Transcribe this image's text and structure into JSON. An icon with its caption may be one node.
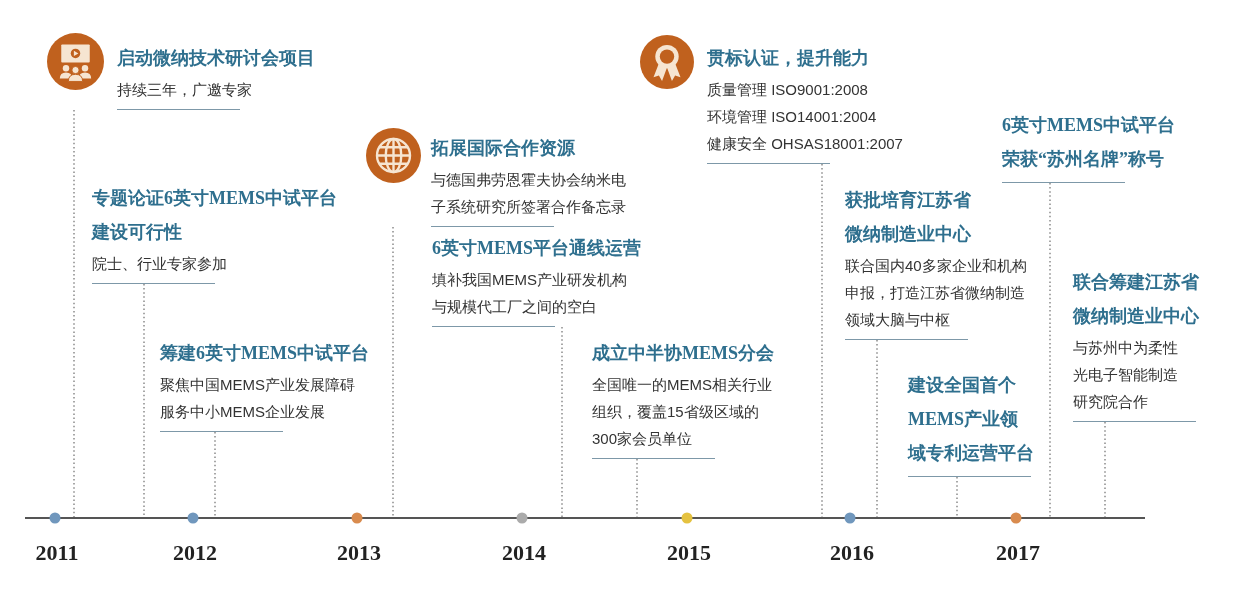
{
  "diagram": {
    "nodes": [
      {
        "text": [
          "启动微纳技术研讨会项目",
          "持续三年，广邀专家"
        ]
      },
      {
        "text": [
          "专题论证6英寸MEMS中试平台建设可行性",
          "院士、行业专家参加"
        ]
      },
      {
        "text": [
          "筹建6英寸MEMS中试平台",
          "聚焦中国MEMS产业发展障碍",
          "服务中小MEMS企业发展"
        ]
      },
      {
        "text": [
          "拓展国际合作资源",
          "与德国弗劳恩霍夫协会纳米电子系统研究所签署合作备忘录"
        ]
      },
      {
        "text": [
          "6英寸MEMS平台通线运营",
          "填补我国MEMS产业研发机构与规模代工厂之间的空白"
        ]
      },
      {
        "text": [
          "成立中半协MEMS分会",
          "全国唯一的MEMS相关行业组织，覆盖15省级区域的300家会员单位"
        ]
      },
      {
        "text": [
          "贯标认证，提升能力",
          "质量管理 ISO9001:2008",
          "环境管理 ISO14001:2004",
          "健康安全 OHSAS18001:2007"
        ]
      },
      {
        "text": [
          "获批培育江苏省微纳制造业中心",
          "联合国内40多家企业和机构申报，打造江苏省微纳制造领域大脑与中枢"
        ]
      },
      {
        "text": [
          "建设全国首个MEMS产业领域专利运营平台"
        ]
      },
      {
        "text": [
          "6英寸MEMS中试平台荣获“苏州名牌”称号"
        ]
      },
      {
        "text": [
          "联合筹建江苏省微纳制造业中心",
          "与苏州中为柔性光电子智能制造研究院合作"
        ]
      }
    ],
    "edges": [
      {
        "from": 0,
        "to": null,
        "arrow": "none",
        "style": "dashed"
      },
      {
        "from": 1,
        "to": null,
        "arrow": "none",
        "style": "dashed"
      },
      {
        "from": 2,
        "to": null,
        "arrow": "none",
        "style": "dashed"
      },
      {
        "from": 3,
        "to": null,
        "arrow": "none",
        "style": "dashed"
      },
      {
        "from": 4,
        "to": null,
        "arrow": "none",
        "style": "dashed"
      },
      {
        "from": 5,
        "to": null,
        "arrow": "none",
        "style": "dashed"
      },
      {
        "from": 6,
        "to": null,
        "arrow": "none",
        "style": "dashed"
      },
      {
        "from": 7,
        "to": null,
        "arrow": "none",
        "style": "dashed"
      },
      {
        "from": 8,
        "to": null,
        "arrow": "none",
        "style": "dashed"
      },
      {
        "from": 9,
        "to": null,
        "arrow": "none",
        "style": "dashed"
      },
      {
        "from": 10,
        "to": null,
        "arrow": "none",
        "style": "dashed"
      }
    ],
    "labels": [
      "2011",
      "2012",
      "2013",
      "2014",
      "2015",
      "2016",
      "2017"
    ]
  }
}
